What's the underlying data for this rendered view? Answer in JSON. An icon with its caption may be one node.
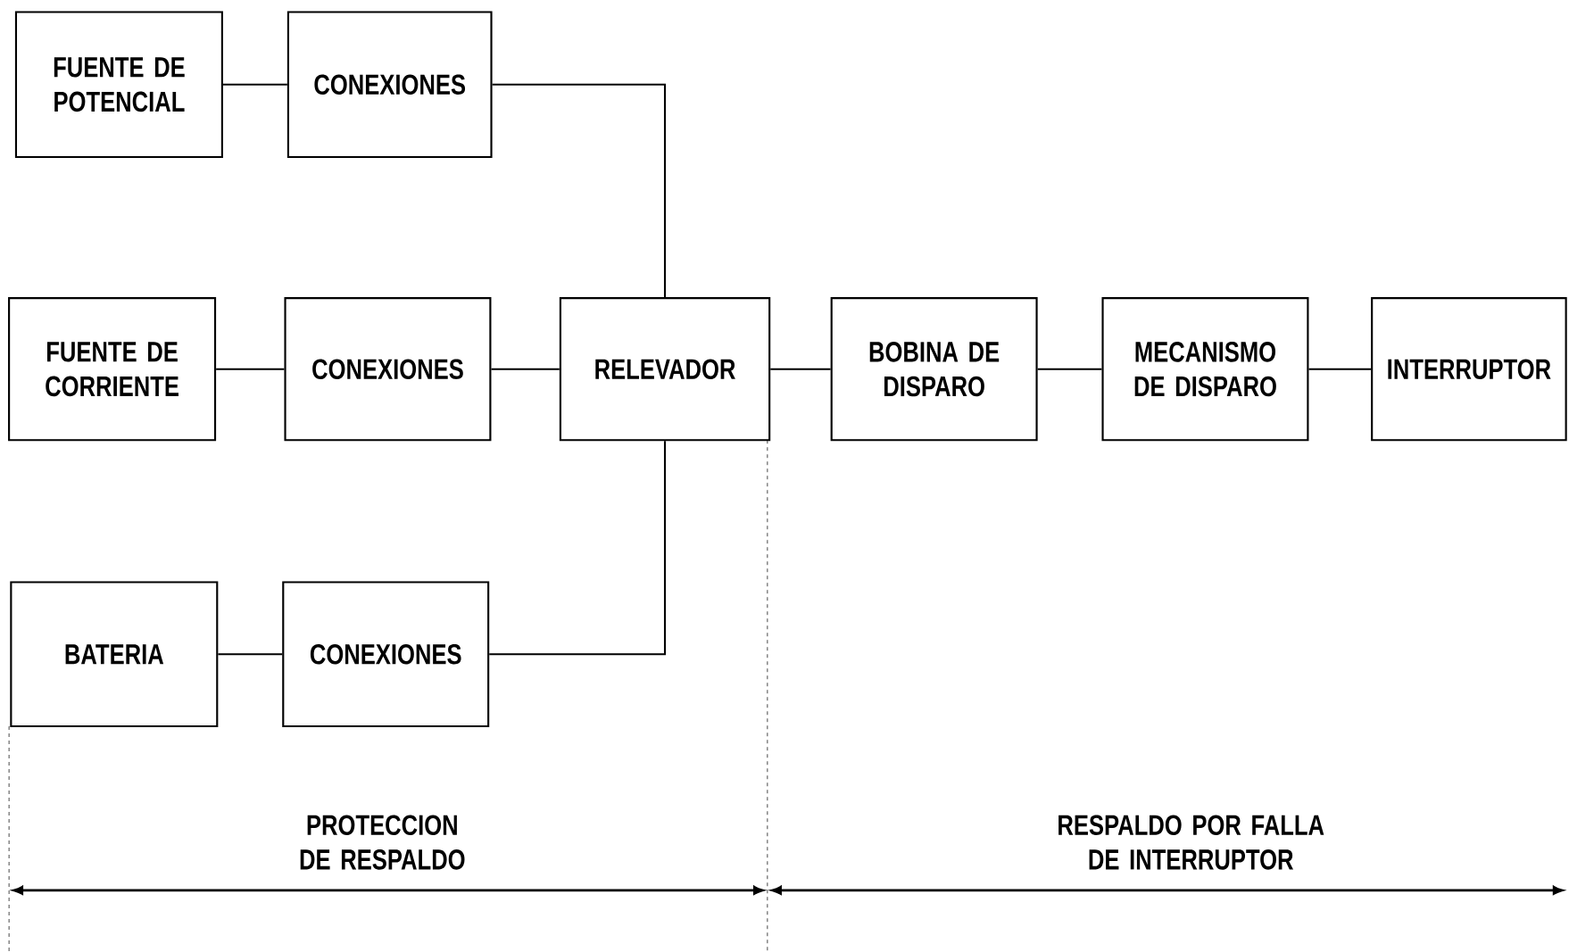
{
  "diagram": {
    "nodes": [
      {
        "text": [
          "FUENTE DE POTENCIAL"
        ]
      },
      {
        "text": [
          "CONEXIONES"
        ]
      },
      {
        "text": [
          "FUENTE DE CORRIENTE"
        ]
      },
      {
        "text": [
          "CONEXIONES"
        ]
      },
      {
        "text": [
          "RELEVADOR"
        ]
      },
      {
        "text": [
          "BOBINA DE DISPARO"
        ]
      },
      {
        "text": [
          "MECANISMO DE DISPARO"
        ]
      },
      {
        "text": [
          "INTERRUPTOR"
        ]
      },
      {
        "text": [
          "BATERIA"
        ]
      },
      {
        "text": [
          "CONEXIONES"
        ]
      }
    ],
    "edges": [
      {
        "from": 0,
        "to": 1,
        "arrow": "none"
      },
      {
        "from": 1,
        "to": 4,
        "arrow": "none"
      },
      {
        "from": 2,
        "to": 3,
        "arrow": "none"
      },
      {
        "from": 3,
        "to": 4,
        "arrow": "none"
      },
      {
        "from": 4,
        "to": 5,
        "arrow": "none"
      },
      {
        "from": 5,
        "to": 6,
        "arrow": "none"
      },
      {
        "from": 6,
        "to": 7,
        "arrow": "none"
      },
      {
        "from": 8,
        "to": 9,
        "arrow": "none"
      },
      {
        "from": 9,
        "to": 4,
        "arrow": "none"
      }
    ],
    "labels": [
      "PROTECCION DE RESPALDO",
      "RESPALDO POR FALLA DE INTERRUPTOR"
    ]
  }
}
